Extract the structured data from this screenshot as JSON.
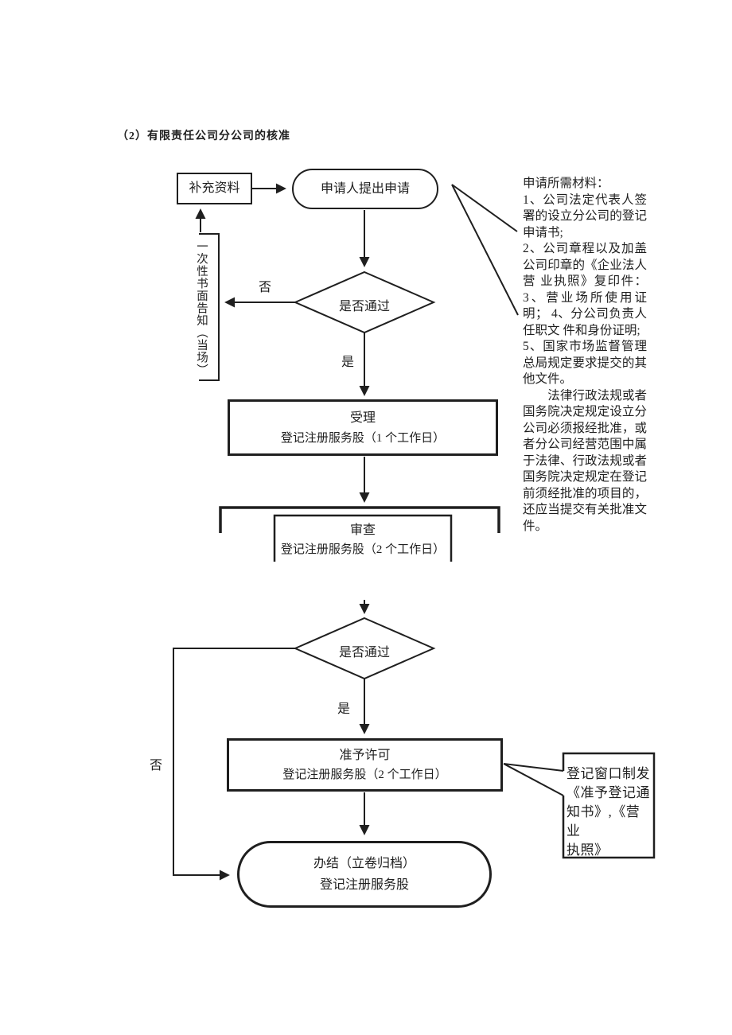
{
  "page": {
    "title": "（2）有限责任公司分公司的核准"
  },
  "flow": {
    "supplement": "补充资料",
    "start": "申请人提出申请",
    "decision1": "是否通过",
    "no1": "否",
    "yes1": "是",
    "notify": "一次性书面告知（当场）",
    "accept_title": "受理",
    "accept_dept": "登记注册服务股（1 个工作日）",
    "review_title": "审查",
    "review_dept": "登记注册服务股（2 个工作日）",
    "decision2": "是否通过",
    "no2": "否",
    "yes2": "是",
    "approve_title": "准予许可",
    "approve_dept": "登记注册服务股（2 个工作日）",
    "finish_title": "办结（立卷归档）",
    "finish_dept": "登记注册服务股",
    "callout": "登记窗口制发\n《准予登记通\n知书》,《营业\n执照》"
  },
  "notes": {
    "materials": "申请所需材料：\n1、公司法定代表人签署的设立分公司的登记申请书;\n2、公司章程以及加盖公司印章的《企业法人营 业执照》复印件：  3、营业场所使用证明；  4、分公司负责人任职文 件和身份证明;\n5、国家市场监督管理总局规定要求提交的其他文件。\n　　法律行政法规或者国务院决定规定设立分公司必须报经批准，或 者分公司经营范围中属 于法律、行政法规或者 国务院决定规定在登记 前须经批准的项目的， 还应当提交有关批准文 件。"
  },
  "colors": {
    "ink": "#1f1f1f",
    "paper": "#ffffff"
  }
}
